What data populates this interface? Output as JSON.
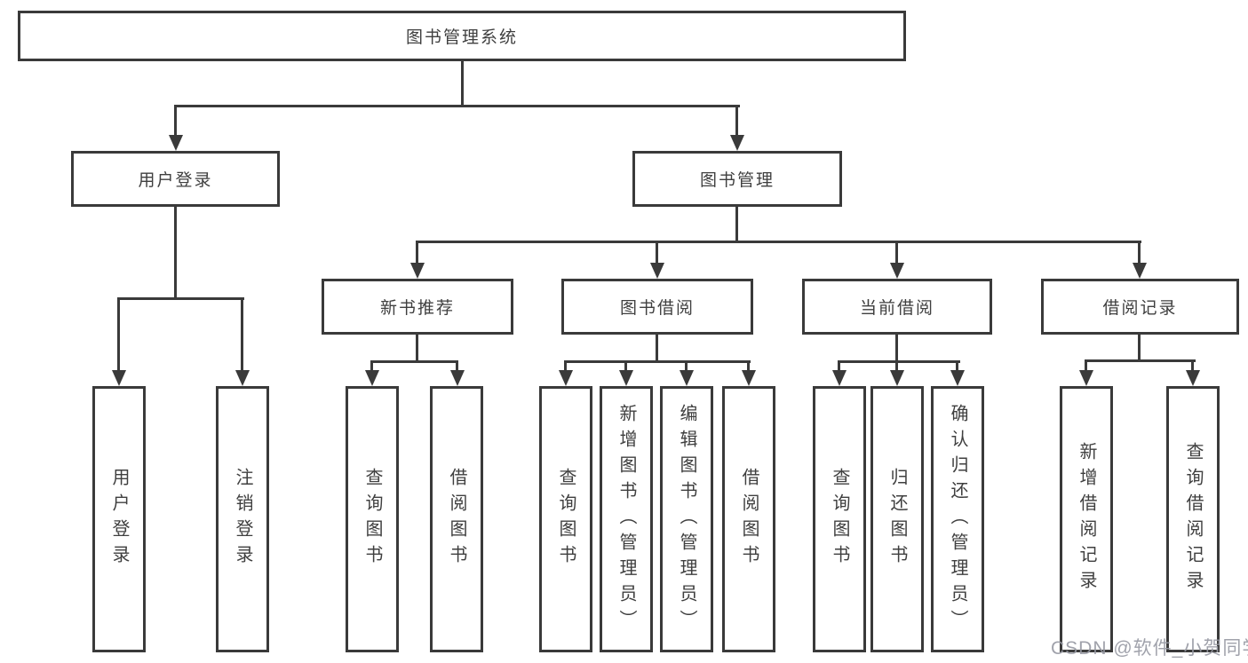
{
  "tree": {
    "root": {
      "label": "图书管理系统"
    },
    "branches": [
      {
        "label": "用户登录",
        "leaves": [
          {
            "label": "用户登录"
          },
          {
            "label": "注销登录"
          }
        ]
      },
      {
        "label": "图书管理",
        "sections": [
          {
            "label": "新书推荐",
            "leaves": [
              {
                "label": "查询图书"
              },
              {
                "label": "借阅图书"
              }
            ]
          },
          {
            "label": "图书借阅",
            "leaves": [
              {
                "label": "查询图书"
              },
              {
                "label": "新增图书（管理员）"
              },
              {
                "label": "编辑图书（管理员）"
              },
              {
                "label": "借阅图书"
              }
            ]
          },
          {
            "label": "当前借阅",
            "leaves": [
              {
                "label": "查询图书"
              },
              {
                "label": "归还图书"
              },
              {
                "label": "确认归还（管理员）"
              }
            ]
          },
          {
            "label": "借阅记录",
            "leaves": [
              {
                "label": "新增借阅记录"
              },
              {
                "label": "查询借阅记录"
              }
            ]
          }
        ]
      }
    ]
  },
  "watermark": {
    "text": "CSDN @软件_小贺同学"
  },
  "colors": {
    "line": "#3a3a3a",
    "text": "#3f3f3f",
    "background": "#ffffff",
    "watermark": "#9698a2"
  }
}
